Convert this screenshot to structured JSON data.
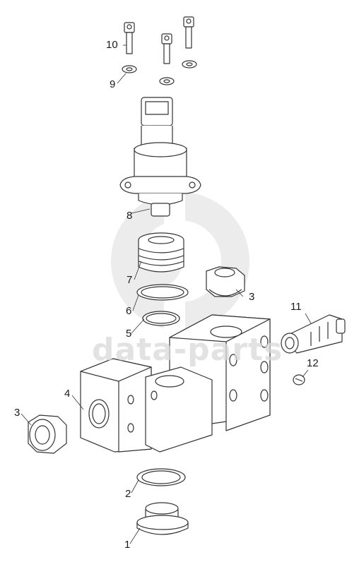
{
  "watermark": {
    "text": "data-parts",
    "color": "#d9d9d9"
  },
  "callouts": {
    "c1": "1",
    "c2": "2",
    "c3a": "3",
    "c3b": "3",
    "c4": "4",
    "c5": "5",
    "c6": "6",
    "c7": "7",
    "c8": "8",
    "c9": "9",
    "c10": "10",
    "c11": "11",
    "c12": "12"
  },
  "colors": {
    "line": "#333333",
    "fill": "#ffffff"
  }
}
